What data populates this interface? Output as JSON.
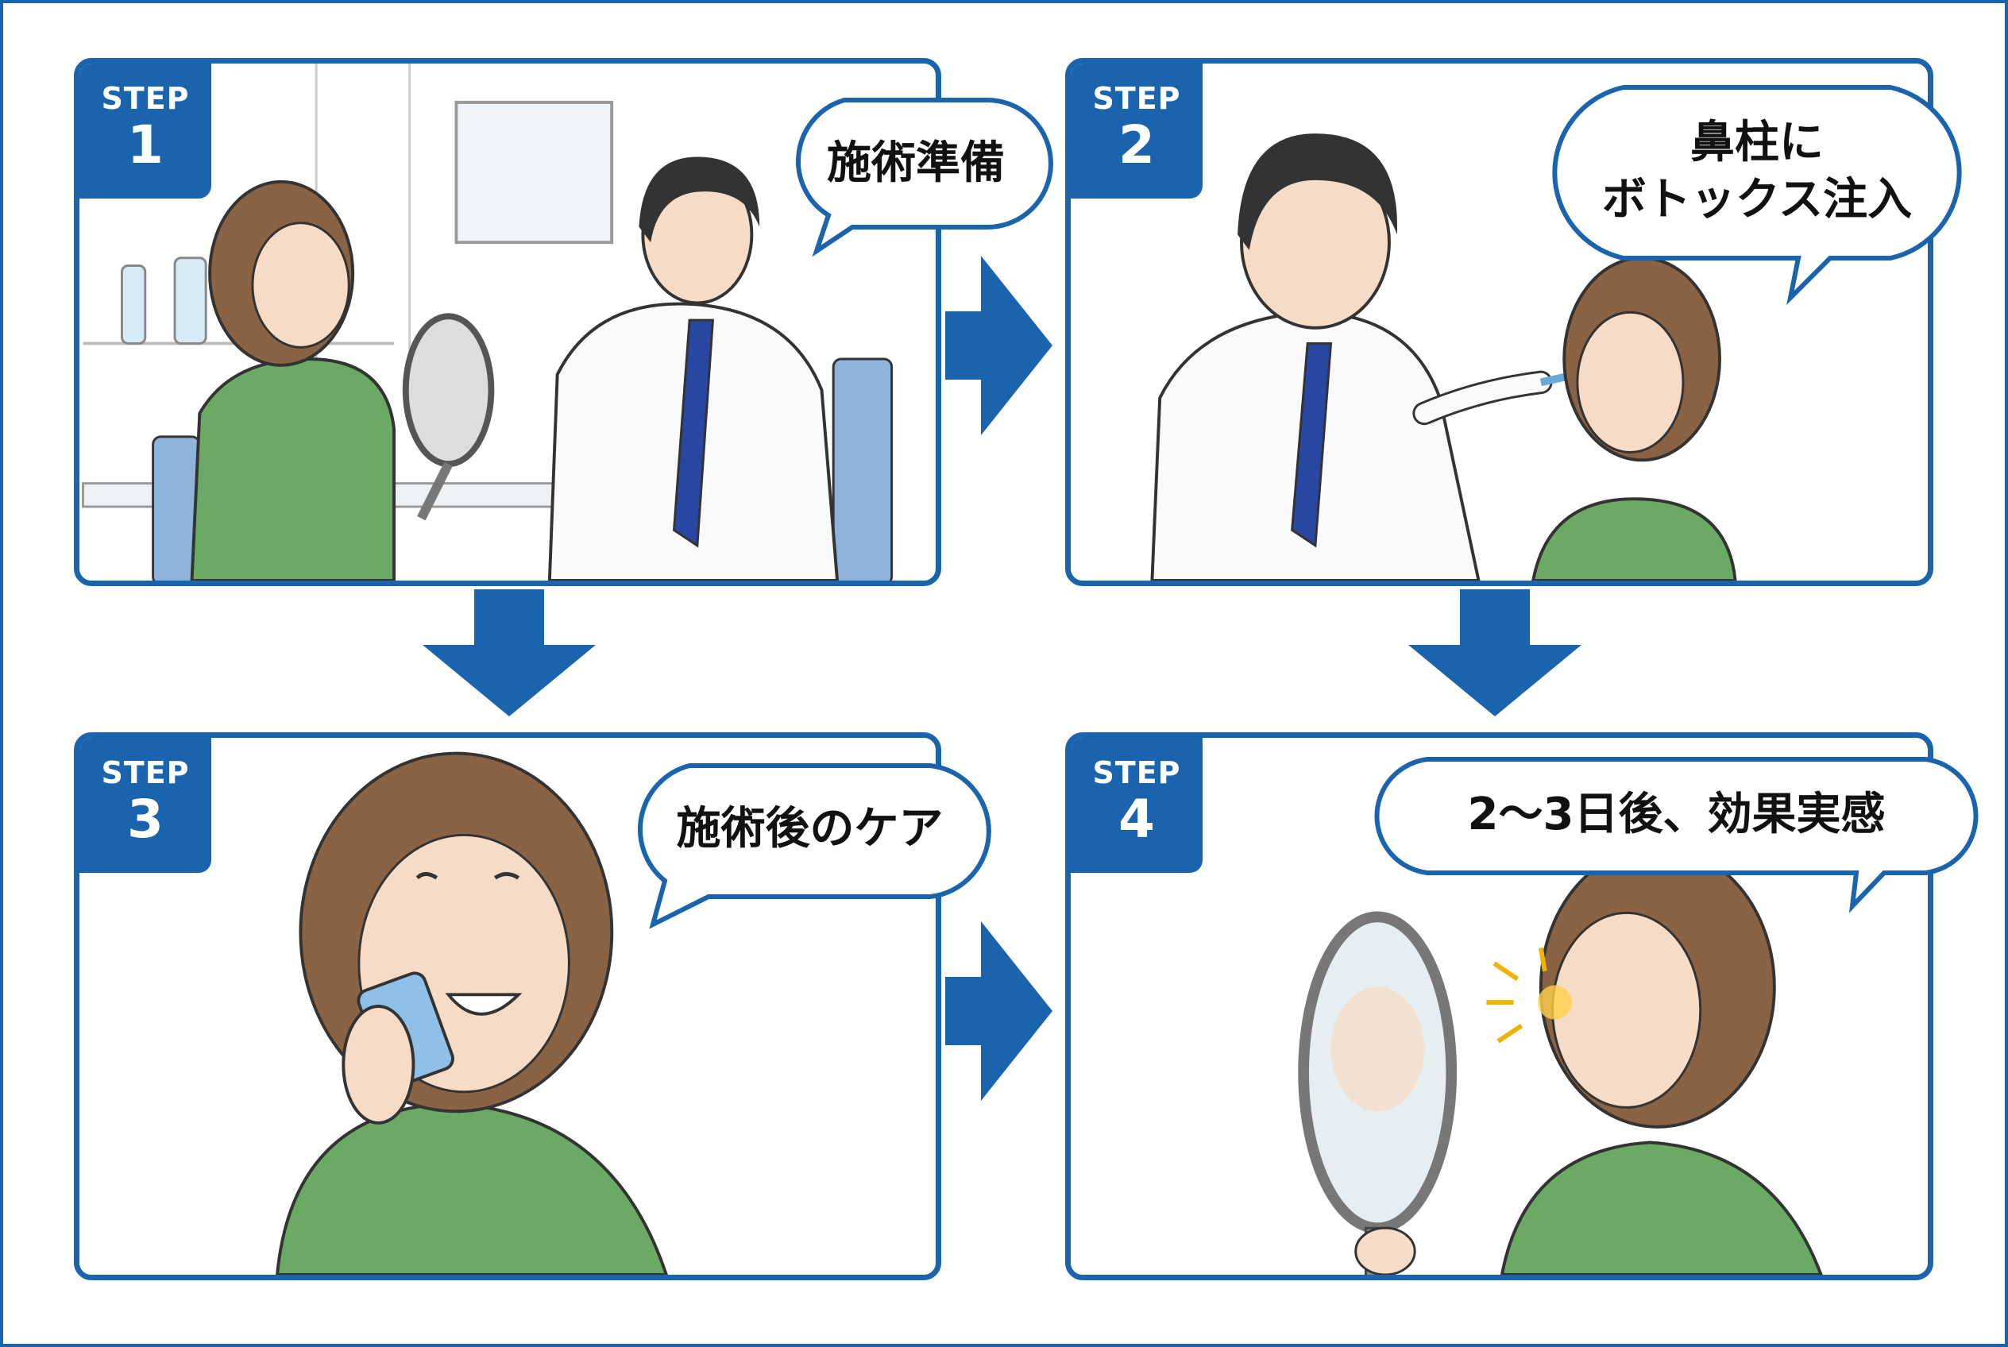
{
  "colors": {
    "accent": "#1a64ad",
    "shirt": "#6aaa64",
    "hair": "#8a6244",
    "skin": "#f6dcc6"
  },
  "steps": [
    {
      "label": "STEP",
      "number": "1",
      "caption": "施術準備"
    },
    {
      "label": "STEP",
      "number": "2",
      "caption_line1": "鼻柱に",
      "caption_line2": "ボトックス注入"
    },
    {
      "label": "STEP",
      "number": "3",
      "caption": "施術後のケア"
    },
    {
      "label": "STEP",
      "number": "4",
      "caption": "2〜3日後、効果実感"
    }
  ]
}
